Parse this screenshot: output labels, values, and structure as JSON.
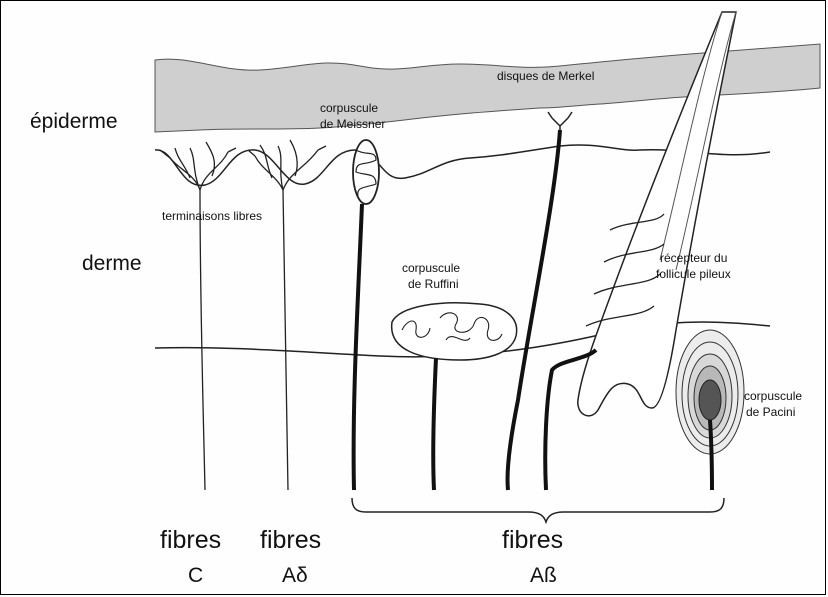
{
  "layers": {
    "epidermis": "épiderme",
    "dermis": "derme"
  },
  "receptors": {
    "free_endings": "terminaisons libres",
    "meissner": [
      "corpuscule",
      "de Meissner"
    ],
    "merkel": "disques de Merkel",
    "ruffini": [
      "corpuscule",
      "de Ruffini"
    ],
    "hair_follicle": [
      "récepteur du",
      "follicule pileux"
    ],
    "pacini": [
      "corpuscule",
      "de Pacini"
    ]
  },
  "fibers": {
    "c": {
      "label": "fibres",
      "sub": "C"
    },
    "a_delta": {
      "label": "fibres",
      "sub": "Aδ"
    },
    "a_beta": {
      "label": "fibres",
      "sub": "Aß"
    }
  }
}
